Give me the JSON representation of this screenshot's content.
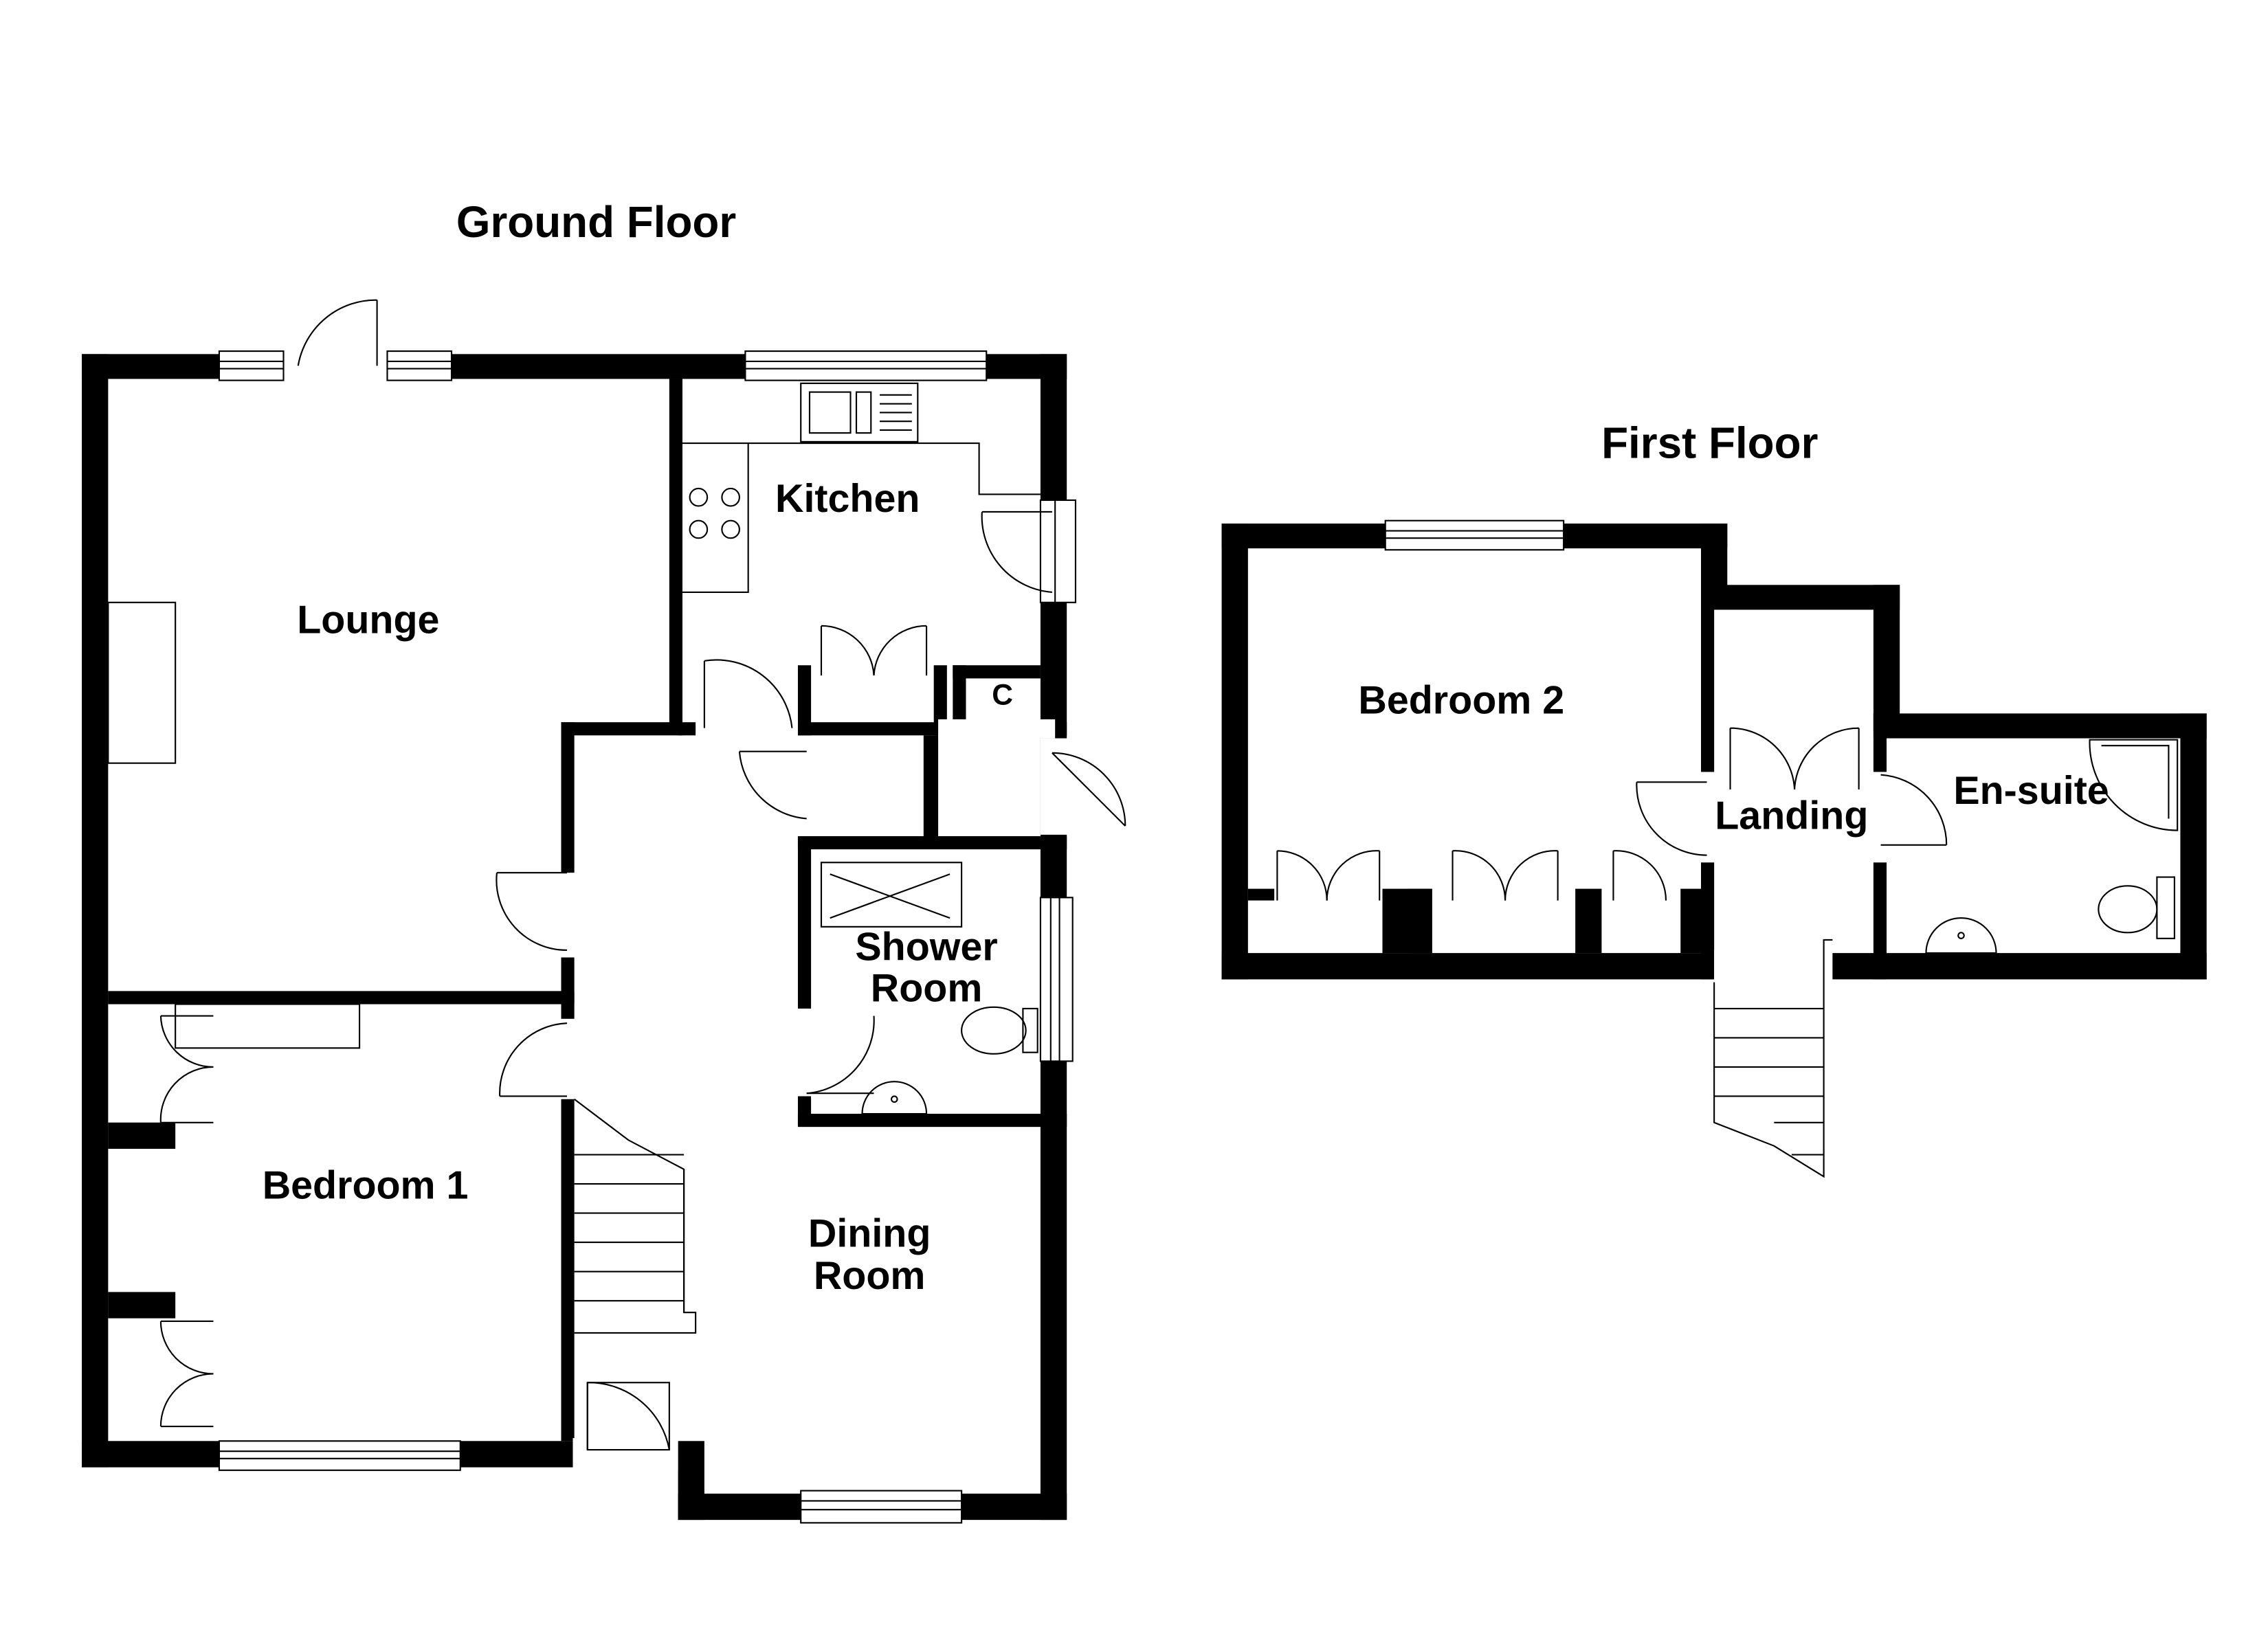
{
  "ground_floor": {
    "title": "Ground Floor",
    "rooms": {
      "lounge": "Lounge",
      "kitchen": "Kitchen",
      "cupboard": "C",
      "shower_room": [
        "Shower",
        "Room"
      ],
      "bedroom_1": "Bedroom 1",
      "dining_room": [
        "Dining",
        "Room"
      ]
    }
  },
  "first_floor": {
    "title": "First Floor",
    "rooms": {
      "bedroom_2": "Bedroom 2",
      "landing": "Landing",
      "en_suite": "En-suite"
    }
  }
}
